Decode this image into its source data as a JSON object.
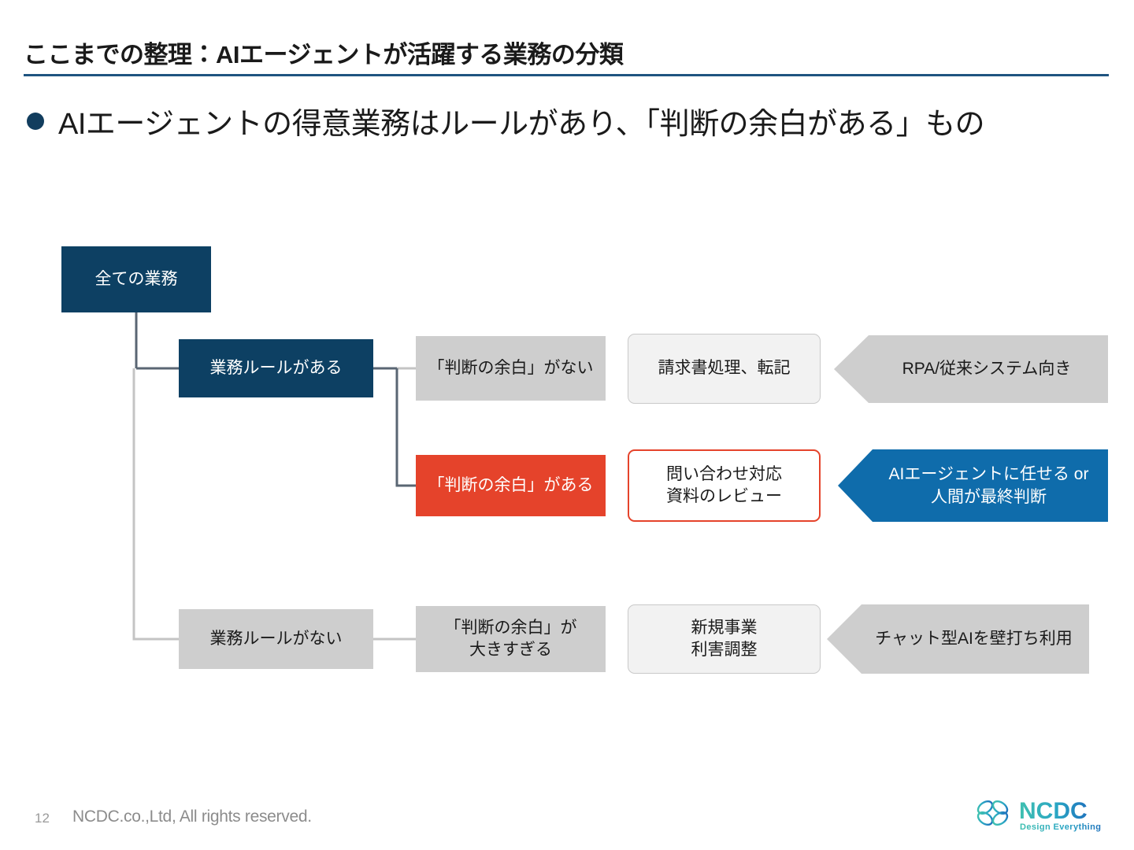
{
  "header": {
    "title": "ここまでの整理：AIエージェントが活躍する業務の分類"
  },
  "subtitle": {
    "bullet_icon": "filled-circle-bullet",
    "text": "AIエージェントの得意業務はルールがあり、「判断の余白がある」もの"
  },
  "diagram": {
    "root": {
      "label": "全ての業務"
    },
    "branches": [
      {
        "category": {
          "label": "業務ルールがある"
        },
        "rows": [
          {
            "condition": "「判断の余白」がない",
            "example": "請求書処理、転記",
            "verdict": "RPA/従来システム向き"
          },
          {
            "condition": "「判断の余白」がある",
            "example": "問い合わせ対応\n資料のレビュー",
            "verdict": "AIエージェントに任せる or\n人間が最終判断"
          }
        ]
      },
      {
        "category": {
          "label": "業務ルールがない"
        },
        "rows": [
          {
            "condition": "「判断の余白」が\n大きすぎる",
            "example": "新規事業\n利害調整",
            "verdict": "チャット型AIを壁打ち利用"
          }
        ]
      }
    ]
  },
  "footer": {
    "page_number": "12",
    "copyright": "NCDC.co.,Ltd, All rights reserved.",
    "logo_name": "NCDC",
    "logo_tagline": "Design Everything"
  },
  "colors": {
    "navy": "#0d4063",
    "rule_blue": "#1f5480",
    "red": "#e5432b",
    "blue": "#0f6cab",
    "gray": "#cecece",
    "card": "#f2f2f2"
  }
}
